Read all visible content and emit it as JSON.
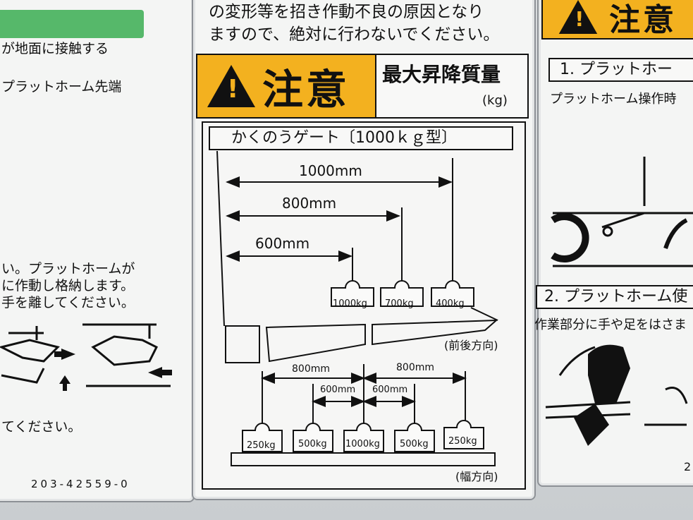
{
  "left_panel": {
    "line1": "が地面に接触する",
    "line2": "プラットホーム先端",
    "line3": "い。プラットホームが",
    "line4": "に作動し格納します。",
    "line5": "手を離してください。",
    "line6": "てください。",
    "part_number": "203-42559-0"
  },
  "center_panel": {
    "top_line1": "の変形等を招き作動不良の原因となり",
    "top_line2": "ますので、絶対に行わないでください。",
    "caution_word": "注意",
    "max_load_title": "最大昇降質量",
    "max_load_unit": "(kg)",
    "gate_type": "かくのうゲート〔1000ｋｇ型〕",
    "front_back": {
      "dim_1000": "1000mm",
      "dim_800": "800mm",
      "dim_600": "600mm",
      "weights": [
        "1000kg",
        "700kg",
        "400kg"
      ],
      "direction": "(前後方向)"
    },
    "width": {
      "dim_800_left": "800mm",
      "dim_800_right": "800mm",
      "dim_600_left": "600mm",
      "dim_600_right": "600mm",
      "weights": [
        "250kg",
        "500kg",
        "1000kg",
        "500kg",
        "250kg"
      ],
      "direction": "(幅方向)"
    }
  },
  "right_panel": {
    "caution_word": "注意",
    "step1": "1. プラットホー",
    "step1_text": "プラットホーム操作時",
    "step2": "2. プラットホーム使",
    "step2_text": "作業部分に手や足をはさま",
    "corner_mark": "2"
  },
  "colors": {
    "caution_yellow": "#f3b11f",
    "green_band": "#56b86a",
    "panel_bg": "#f4f5f4"
  }
}
